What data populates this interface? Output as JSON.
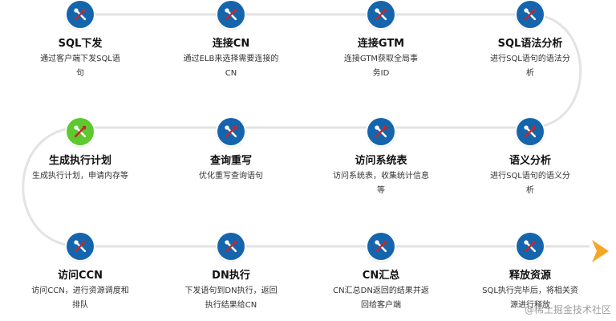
{
  "steps": [
    {
      "title": "SQL下发",
      "desc": "通过客户端下发SQL语句",
      "icon": "tools-icon",
      "active": false
    },
    {
      "title": "连接CN",
      "desc": "通过ELB来选择需要连接的CN",
      "icon": "tools-icon",
      "active": false
    },
    {
      "title": "连接GTM",
      "desc": "连接GTM获取全局事务ID",
      "icon": "tools-icon",
      "active": false
    },
    {
      "title": "SQL语法分析",
      "desc": "进行SQL语句的语法分析",
      "icon": "tools-icon",
      "active": false
    },
    {
      "title": "生成执行计划",
      "desc": "生成执行计划，申请内存等",
      "icon": "tools-icon",
      "active": true
    },
    {
      "title": "查询重写",
      "desc": "优化重写查询语句",
      "icon": "tools-icon",
      "active": false
    },
    {
      "title": "访问系统表",
      "desc": "访问系统表，收集统计信息等",
      "icon": "tools-icon",
      "active": false
    },
    {
      "title": "语义分析",
      "desc": "进行SQL语句的语义分析",
      "icon": "tools-icon",
      "active": false
    },
    {
      "title": "访问CCN",
      "desc": "访问CCN，进行资源调度和排队",
      "icon": "tools-icon",
      "active": false
    },
    {
      "title": "DN执行",
      "desc": "下发语句到DN执行，返回执行结果给CN",
      "icon": "tools-icon",
      "active": false
    },
    {
      "title": "CN汇总",
      "desc": "CN汇总DN返回的结果并返回给客户端",
      "icon": "tools-icon",
      "active": false
    },
    {
      "title": "释放资源",
      "desc": "SQL执行完毕后，将相关资源进行释放",
      "icon": "tools-icon",
      "active": false
    }
  ],
  "watermark": "@稀土掘金技术社区",
  "colors": {
    "node": "#1565ad",
    "node_active": "#5cc92e",
    "path": "#e3e3e3",
    "arrow": "#f5a623"
  }
}
